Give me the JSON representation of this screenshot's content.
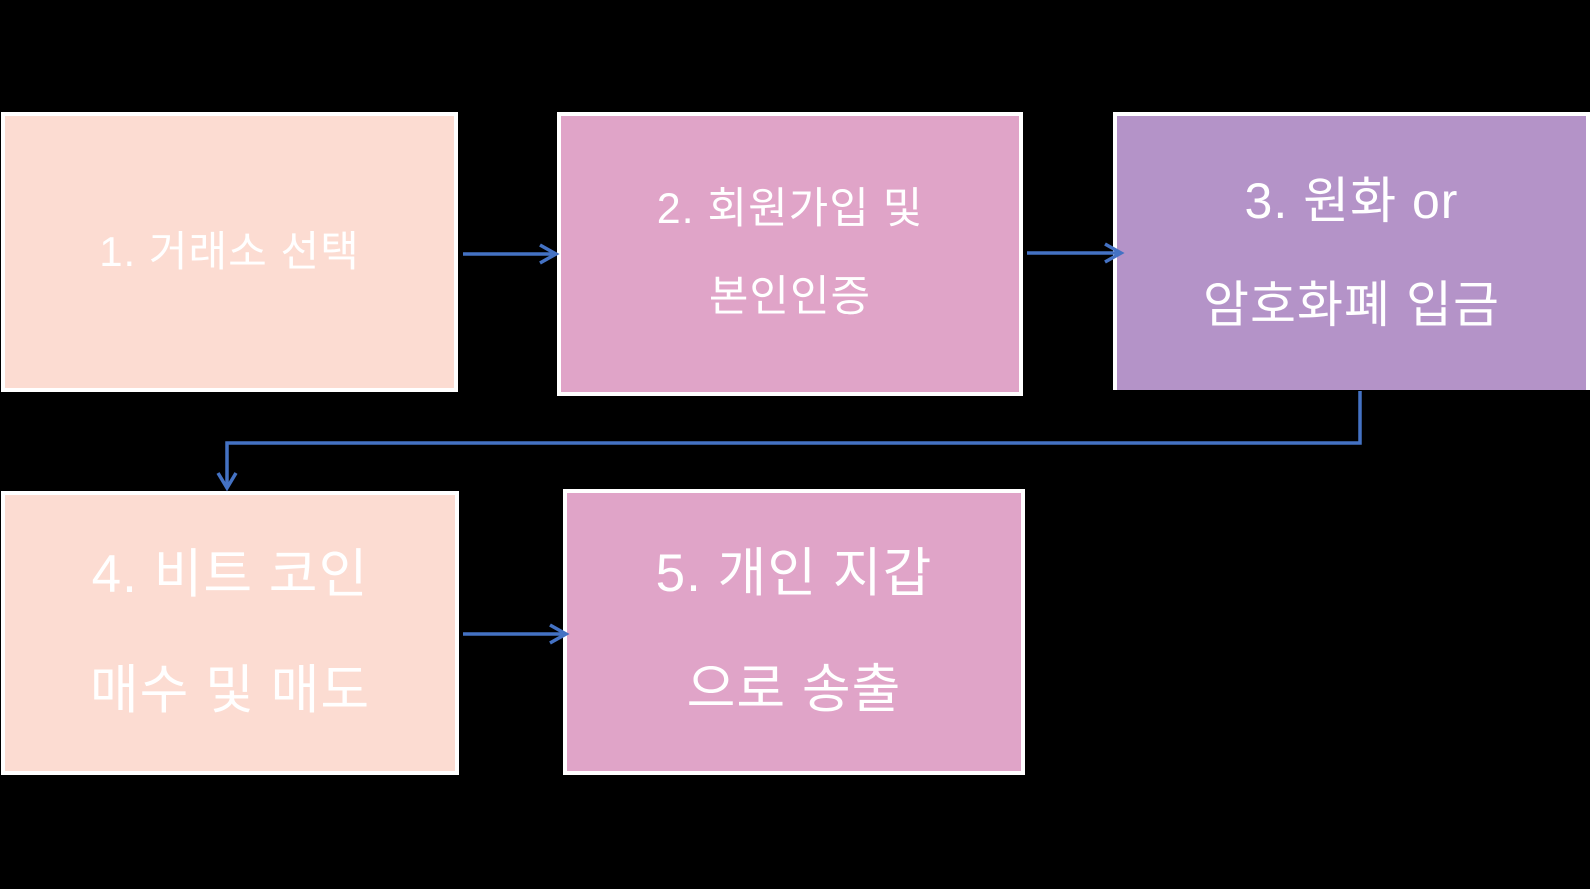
{
  "colors": {
    "background": "#000000",
    "box_border": "#FFFFFF",
    "text": "#FFFFFF",
    "arrow": "#4472C4",
    "fill_peach": "#FCDCD2",
    "fill_pink": "#E0A4C8",
    "fill_purple": "#B493C8"
  },
  "steps": [
    {
      "number": "1",
      "fill": "#FCDCD2",
      "lines": [
        "1. 거래소 선택"
      ]
    },
    {
      "number": "2",
      "fill": "#E0A4C8",
      "lines": [
        "2. 회원가입 및",
        "본인인증"
      ]
    },
    {
      "number": "3",
      "fill": "#B493C8",
      "lines": [
        "3. 원화 or",
        "암호화폐 입금"
      ]
    },
    {
      "number": "4",
      "fill": "#FCDCD2",
      "lines": [
        "4. 비트 코인",
        "매수 및 매도"
      ]
    },
    {
      "number": "5",
      "fill": "#E0A4C8",
      "lines": [
        "5. 개인 지갑",
        "으로 송출"
      ]
    }
  ],
  "connections": [
    {
      "from": "1",
      "to": "2",
      "type": "straight-right"
    },
    {
      "from": "2",
      "to": "3",
      "type": "straight-right"
    },
    {
      "from": "3",
      "to": "4",
      "type": "elbow-down-left-down"
    },
    {
      "from": "4",
      "to": "5",
      "type": "straight-right"
    }
  ]
}
